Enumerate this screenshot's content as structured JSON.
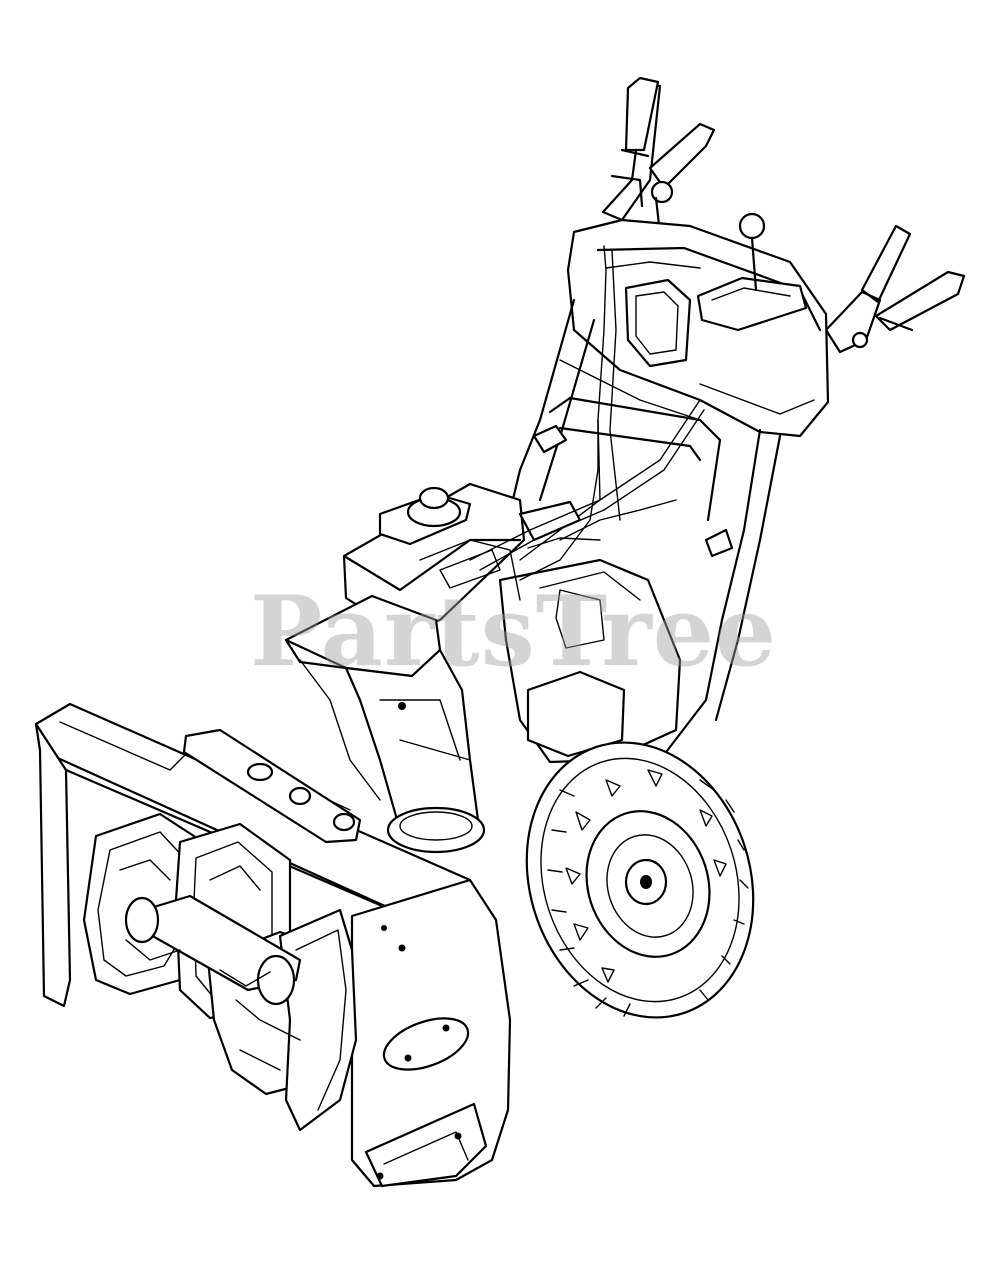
{
  "watermark": {
    "text": "PartsTree"
  },
  "illustration": {
    "components": [
      "handlebar-left",
      "handlebar-right",
      "control-panel",
      "engine",
      "discharge-chute",
      "auger-housing",
      "auger",
      "wheel"
    ]
  }
}
